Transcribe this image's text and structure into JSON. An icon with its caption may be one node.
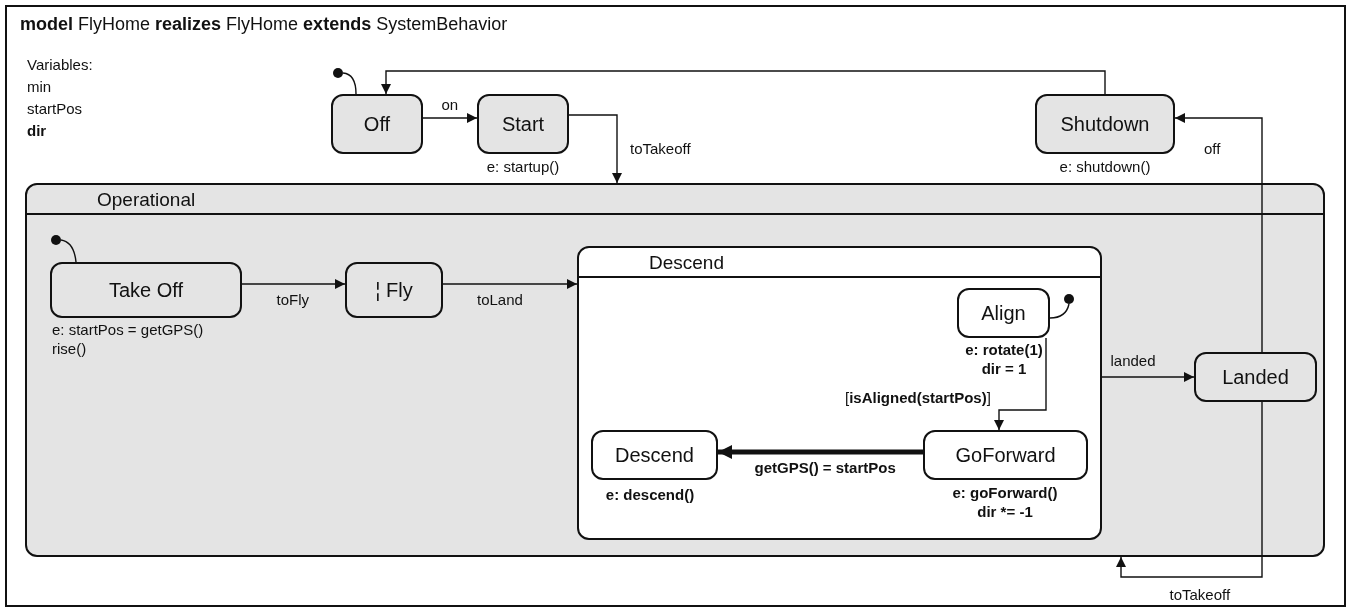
{
  "diagram": {
    "title": "**model** FlyHome **realizes** FlyHome **extends** SystemBehavior",
    "nodes": [
      {
        "text": [
          "Off"
        ]
      },
      {
        "text": [
          "Start"
        ],
        "beside": [
          "e: startup()"
        ]
      },
      {
        "text": [
          "Shutdown"
        ],
        "beside": [
          "e: shutdown()"
        ]
      },
      {
        "text": [
          "Operational"
        ]
      },
      {
        "text": [
          "Take Off"
        ],
        "in": 3,
        "beside": [
          "e: startPos = getGPS() rise()"
        ]
      },
      {
        "text": [
          "¦ Fly"
        ],
        "in": 3
      },
      {
        "text": [
          "Descend"
        ],
        "in": 3
      },
      {
        "text": [
          "Align"
        ],
        "in": 6,
        "beside": [
          "e: rotate(1) dir = 1"
        ]
      },
      {
        "text": [
          "Descend"
        ],
        "in": 6,
        "beside": [
          "e: descend()"
        ]
      },
      {
        "text": [
          "GoForward"
        ],
        "in": 6,
        "beside": [
          "e: goForward() dir *= -1"
        ]
      },
      {
        "text": [
          "Landed"
        ],
        "in": 3
      },
      {
        "text": [],
        "shape": "circle"
      },
      {
        "text": [],
        "shape": "circle",
        "in": 3
      },
      {
        "text": [],
        "shape": "circle",
        "in": 6
      }
    ],
    "edges": [
      {
        "from": 11,
        "to": 0,
        "arrow": "none"
      },
      {
        "from": 0,
        "to": 1,
        "arrow": "to",
        "label": "on"
      },
      {
        "from": 1,
        "to": 3,
        "arrow": "to",
        "label": "toTakeoff"
      },
      {
        "from": 2,
        "to": 0,
        "arrow": "to"
      },
      {
        "from": 10,
        "to": 2,
        "arrow": "to",
        "label": "off"
      },
      {
        "from": 12,
        "to": 4,
        "arrow": "none"
      },
      {
        "from": 4,
        "to": 5,
        "arrow": "to",
        "label": "toFly"
      },
      {
        "from": 5,
        "to": 6,
        "arrow": "to",
        "label": "toLand"
      },
      {
        "from": 13,
        "to": 7,
        "arrow": "none"
      },
      {
        "from": 7,
        "to": 9,
        "arrow": "to",
        "label": "[**isAligned(startPos)**]"
      },
      {
        "from": 9,
        "to": 8,
        "arrow": "to",
        "label": "getGPS() = startPos",
        "style": "thick"
      },
      {
        "from": 6,
        "to": 10,
        "arrow": "to",
        "label": "landed"
      },
      {
        "from": 10,
        "to": 3,
        "arrow": "to",
        "label": "toTakeoff"
      }
    ],
    "labels": [
      "Variables:",
      "min",
      "startPos",
      "dir"
    ]
  }
}
